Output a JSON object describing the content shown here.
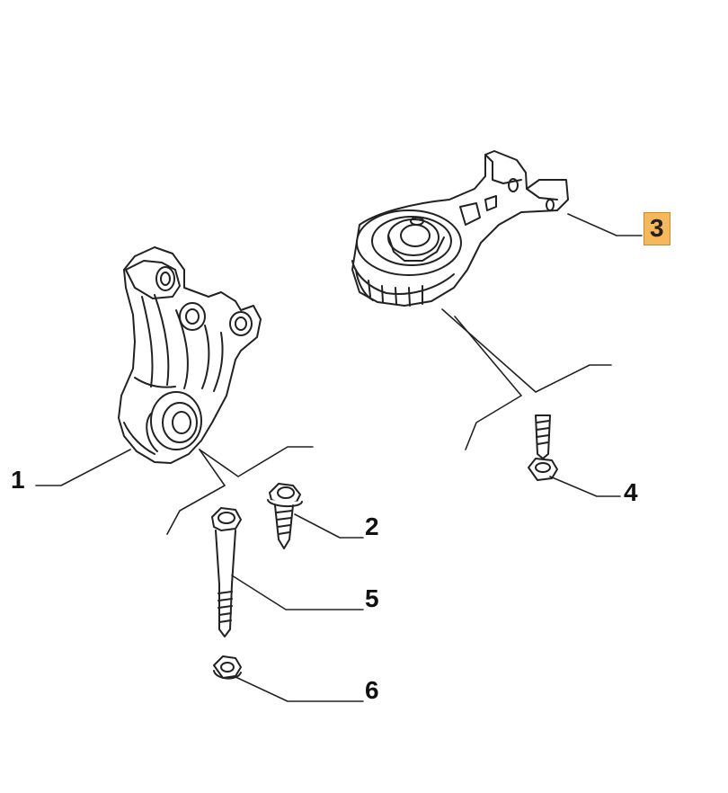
{
  "callouts": [
    {
      "label": "1"
    },
    {
      "label": "2"
    },
    {
      "label": "3",
      "highlighted": true
    },
    {
      "label": "4"
    },
    {
      "label": "5"
    },
    {
      "label": "6"
    }
  ],
  "colors": {
    "line": "#222222",
    "highlight": "#f5b85a"
  }
}
